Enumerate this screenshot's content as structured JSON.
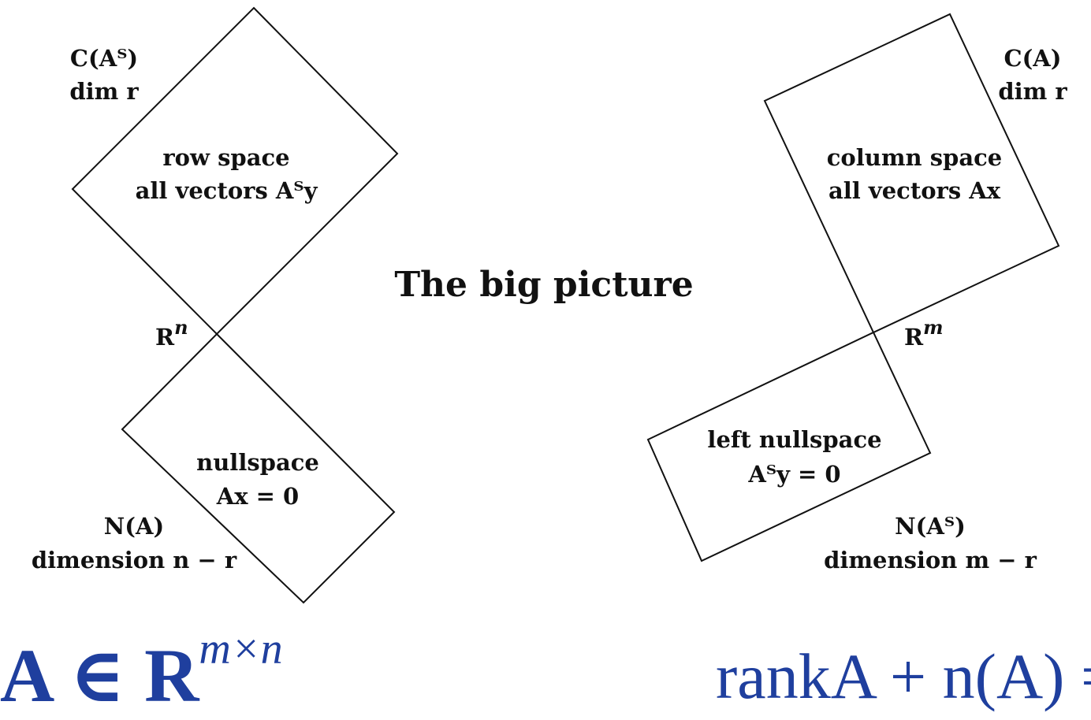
{
  "title": "The big picture",
  "left_space": {
    "ambient": {
      "base": "R",
      "sup": "n"
    },
    "row_space": {
      "heading": "C(Aᵀ)",
      "subheading": "dim r",
      "line1": "row space",
      "line2": "all vectors Aᵀy"
    },
    "nullspace": {
      "line1": "nullspace",
      "line2": "Ax = 0",
      "heading": "N(A)",
      "subheading": "dimension n − r"
    }
  },
  "right_space": {
    "ambient": {
      "base": "R",
      "sup": "m"
    },
    "column_space": {
      "heading": "C(A)",
      "subheading": "dim r",
      "line1": "column space",
      "line2": "all vectors Ax"
    },
    "left_nullspace": {
      "line1": "left nullspace",
      "line2": "Aᵀy = 0",
      "heading": "N(Aᵀ)",
      "subheading": "dimension m − r"
    }
  },
  "formulas": {
    "left": {
      "base": "A ∈ R",
      "sup": "m×n"
    },
    "right": {
      "text": "rankA + n(A) ="
    }
  },
  "colors": {
    "formula": "#1f3f9e",
    "lines": "#111111"
  }
}
